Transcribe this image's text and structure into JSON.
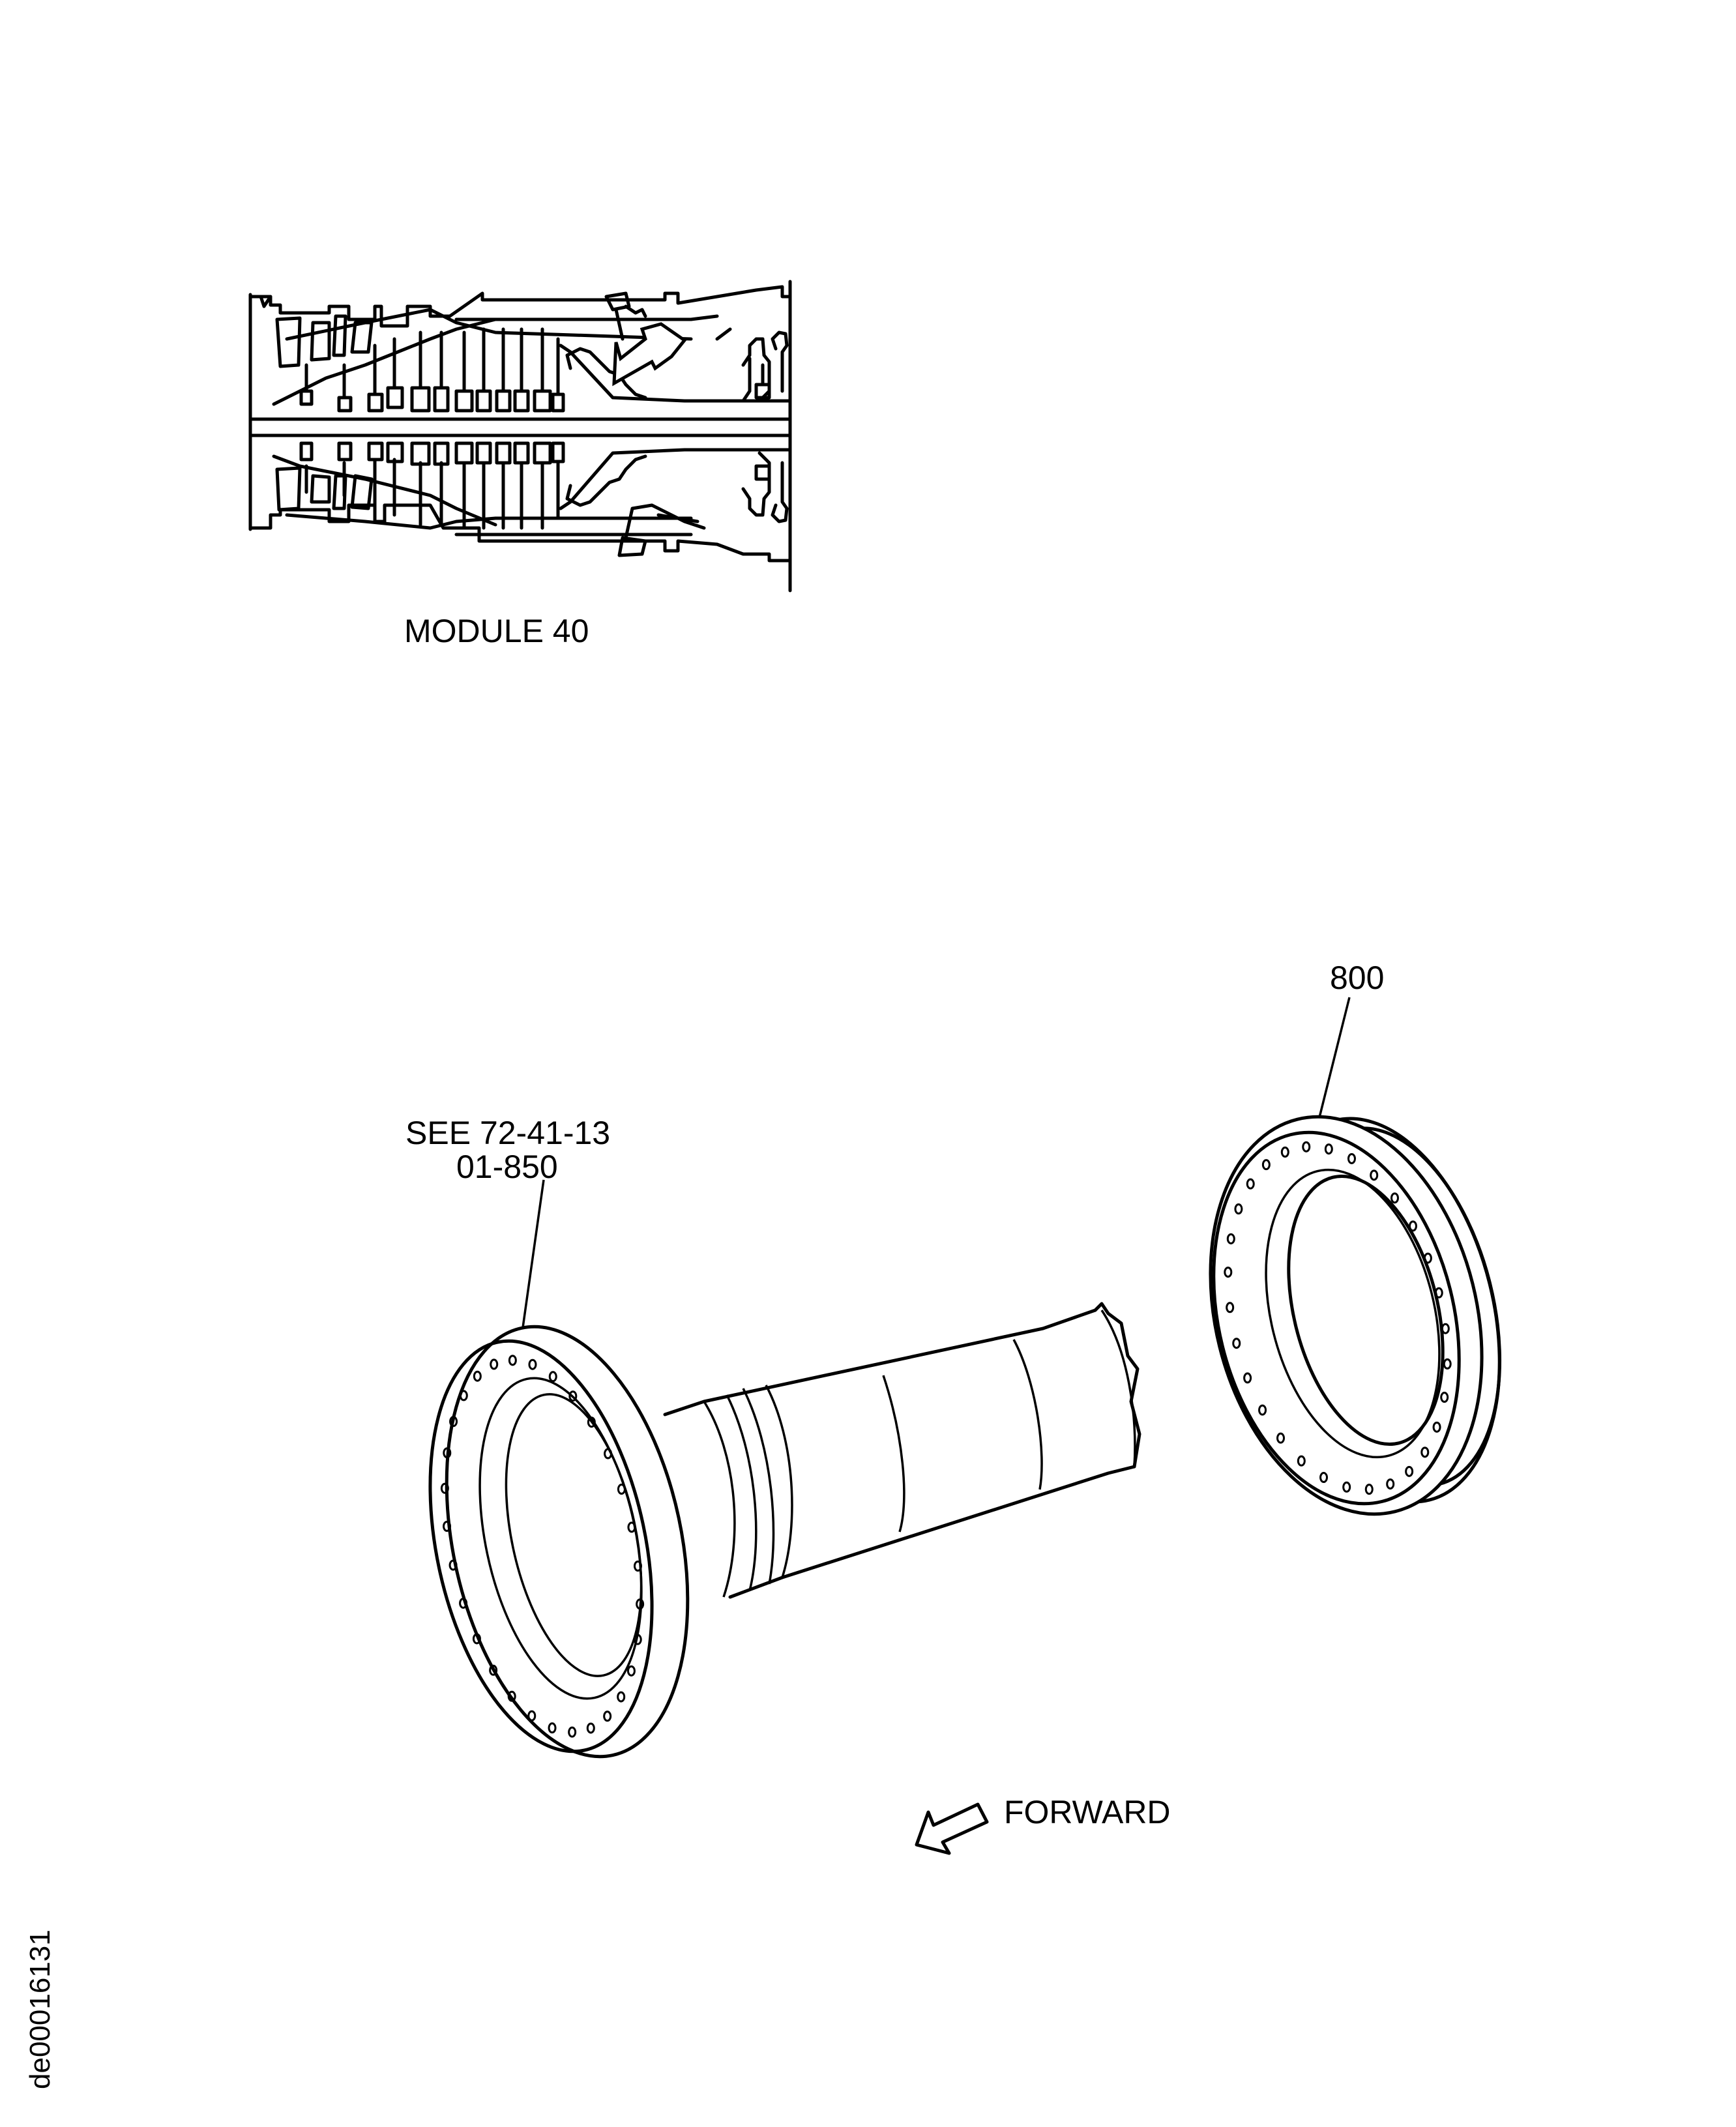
{
  "figure": {
    "module_caption": "MODULE 40",
    "callouts": [
      {
        "id": "ref",
        "lines": [
          "SEE 72-41-13",
          "01-850"
        ]
      },
      {
        "id": "item",
        "text": "800"
      }
    ],
    "direction_label": "FORWARD",
    "drawing_id": "de00016131"
  }
}
